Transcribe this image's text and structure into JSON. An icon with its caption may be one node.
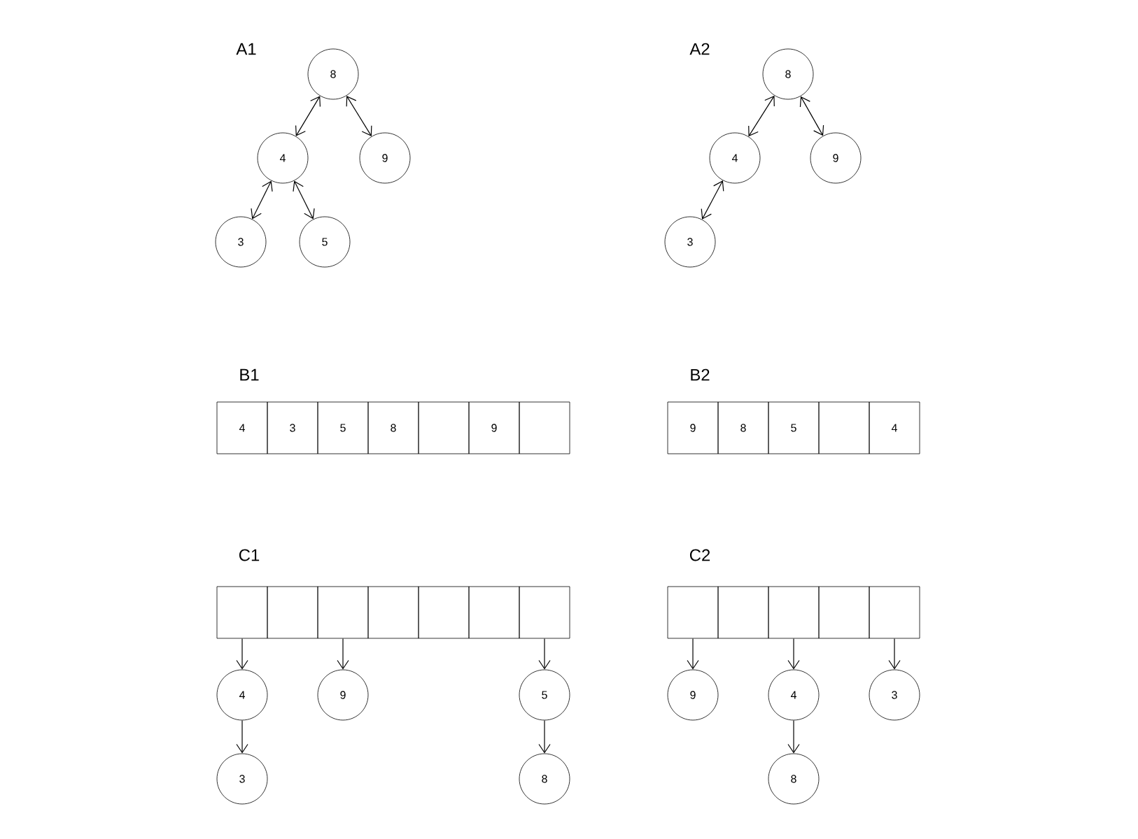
{
  "diagram": {
    "nodes": [
      {
        "text": [
          "8"
        ]
      },
      {
        "text": [
          "4"
        ]
      },
      {
        "text": [
          "9"
        ]
      },
      {
        "text": [
          "3"
        ]
      },
      {
        "text": [
          "5"
        ]
      },
      {
        "text": [
          "8"
        ]
      },
      {
        "text": [
          "4"
        ]
      },
      {
        "text": [
          "9"
        ]
      },
      {
        "text": [
          "3"
        ]
      },
      {
        "text": [
          "4"
        ]
      },
      {
        "text": [
          "3"
        ]
      },
      {
        "text": [
          "5"
        ]
      },
      {
        "text": [
          "8"
        ]
      },
      {
        "text": [],
        "shape": "box"
      },
      {
        "text": [
          "9"
        ]
      },
      {
        "text": [],
        "shape": "box"
      },
      {
        "text": [
          "9"
        ]
      },
      {
        "text": [
          "8"
        ]
      },
      {
        "text": [
          "5"
        ]
      },
      {
        "text": [],
        "shape": "box"
      },
      {
        "text": [
          "4"
        ]
      },
      {
        "text": [],
        "shape": "box"
      },
      {
        "text": [],
        "shape": "box"
      },
      {
        "text": [],
        "shape": "box"
      },
      {
        "text": [],
        "shape": "box"
      },
      {
        "text": [],
        "shape": "box"
      },
      {
        "text": [],
        "shape": "box"
      },
      {
        "text": [],
        "shape": "box"
      },
      {
        "text": [
          "4"
        ]
      },
      {
        "text": [
          "9"
        ]
      },
      {
        "text": [
          "5"
        ]
      },
      {
        "text": [
          "3"
        ]
      },
      {
        "text": [
          "8"
        ]
      },
      {
        "text": [],
        "shape": "box"
      },
      {
        "text": [],
        "shape": "box"
      },
      {
        "text": [],
        "shape": "box"
      },
      {
        "text": [],
        "shape": "box"
      },
      {
        "text": [],
        "shape": "box"
      },
      {
        "text": [
          "9"
        ]
      },
      {
        "text": [
          "4"
        ]
      },
      {
        "text": [
          "3"
        ]
      },
      {
        "text": [
          "8"
        ]
      }
    ],
    "edges": [
      {
        "from": 0,
        "to": 1,
        "arrow": "both"
      },
      {
        "from": 0,
        "to": 2,
        "arrow": "both"
      },
      {
        "from": 1,
        "to": 3,
        "arrow": "both"
      },
      {
        "from": 1,
        "to": 4,
        "arrow": "both"
      },
      {
        "from": 5,
        "to": 6,
        "arrow": "both"
      },
      {
        "from": 5,
        "to": 7,
        "arrow": "both"
      },
      {
        "from": 6,
        "to": 8,
        "arrow": "both"
      },
      {
        "from": 21,
        "to": 28,
        "arrow": "to"
      },
      {
        "from": 23,
        "to": 29,
        "arrow": "to"
      },
      {
        "from": 27,
        "to": 30,
        "arrow": "to"
      },
      {
        "from": 28,
        "to": 31,
        "arrow": "to"
      },
      {
        "from": 30,
        "to": 32,
        "arrow": "to"
      },
      {
        "from": 33,
        "to": 38,
        "arrow": "to"
      },
      {
        "from": 35,
        "to": 39,
        "arrow": "to"
      },
      {
        "from": 37,
        "to": 40,
        "arrow": "to"
      },
      {
        "from": 39,
        "to": 41,
        "arrow": "to"
      }
    ],
    "labels": [
      "A1",
      "A2",
      "B1",
      "B2",
      "C1",
      "C2"
    ]
  }
}
